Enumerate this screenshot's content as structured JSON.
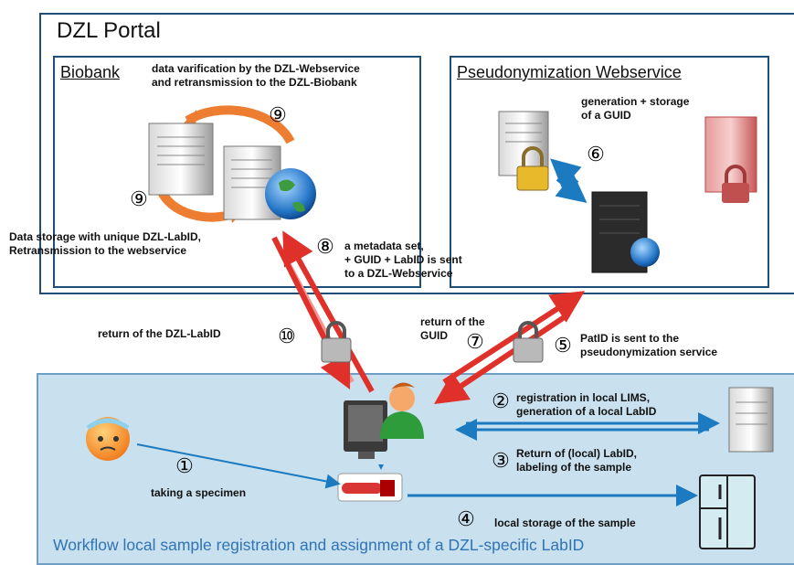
{
  "portal": {
    "title": "DZL Portal"
  },
  "biobank": {
    "title": "Biobank",
    "verification_label": "data varification by the DZL-Webservice\nand retransmission to the DZL-Biobank",
    "storage_label": "Data storage with unique DZL-LabID,\nRetransmission to the webservice"
  },
  "pseudo": {
    "title": "Pseudonymization Webservice",
    "guid_label": "generation + storage\nof a GUID"
  },
  "steps": {
    "s1": {
      "num": "①",
      "label": "taking a specimen"
    },
    "s2": {
      "num": "②",
      "label": "registration in local LIMS,\ngeneration of a local LabID"
    },
    "s3": {
      "num": "③",
      "label": "Return of (local) LabID,\nlabeling of the sample"
    },
    "s4": {
      "num": "④",
      "label": "local storage of the sample"
    },
    "s5": {
      "num": "⑤",
      "label": "PatID is sent to the\npseudonymization service"
    },
    "s6": {
      "num": "⑥"
    },
    "s7": {
      "num": "⑦",
      "label": "return of the\nGUID"
    },
    "s8": {
      "num": "⑧",
      "label": "a metadata set,\n+ GUID + LabID is sent\nto a DZL-Webservice"
    },
    "s9": {
      "num": "⑨"
    },
    "s10": {
      "num": "⑩",
      "label": "return of the DZL-LabID"
    }
  },
  "workflow": {
    "title": "Workflow local sample registration and assignment of a DZL-specific LabID"
  },
  "icons": [
    "server-icon",
    "globe-icon",
    "padlock-icon",
    "person-at-computer-icon",
    "patient-icon",
    "sample-tube-icon",
    "fridge-icon"
  ]
}
